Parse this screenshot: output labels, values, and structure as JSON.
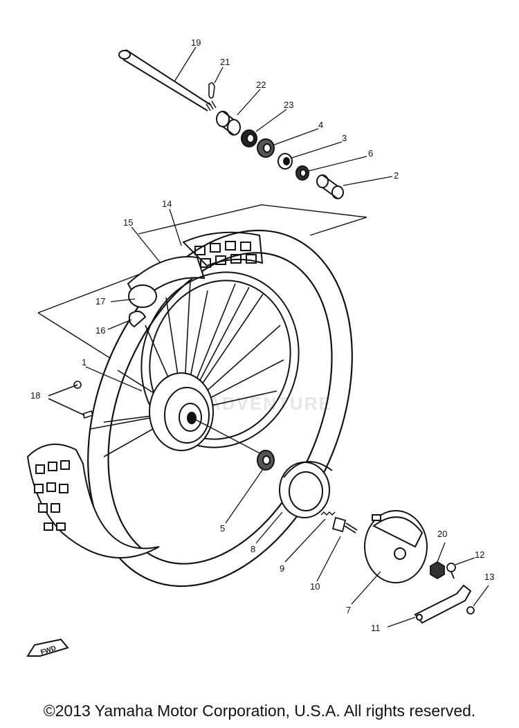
{
  "diagram": {
    "callouts": [
      "19",
      "21",
      "22",
      "23",
      "4",
      "3",
      "6",
      "2",
      "14",
      "15",
      "17",
      "16",
      "1",
      "18",
      "5",
      "8",
      "9",
      "10",
      "7",
      "20",
      "12",
      "13",
      "11"
    ],
    "fwd_marker": "FWD",
    "watermark": "ADVENTURE"
  },
  "footer": {
    "copyright": "©2013 Yamaha Motor Corporation, U.S.A. All rights reserved."
  }
}
